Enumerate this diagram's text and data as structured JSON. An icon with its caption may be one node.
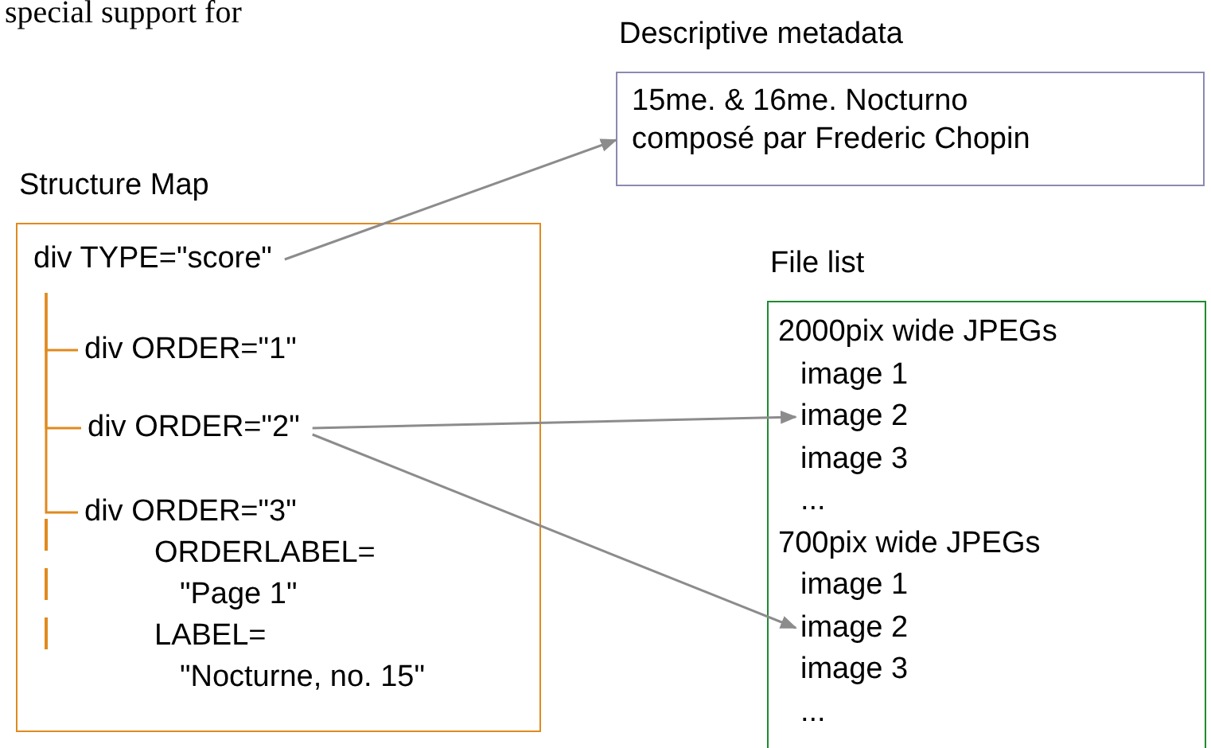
{
  "diagram": {
    "nodes": [
      {
        "text": [
          "Structure Map"
        ]
      },
      {
        "text": [
          "div TYPE=\"score\""
        ],
        "in": 0
      },
      {
        "text": [
          "div ORDER=\"1\""
        ],
        "in": 0
      },
      {
        "text": [
          "div ORDER=\"2\""
        ],
        "in": 0
      },
      {
        "text": [
          "div ORDER=\"3\"",
          "ORDERLABEL=",
          "\"Page 1\"",
          "LABEL=",
          "\"Nocturne, no. 15\""
        ],
        "in": 0
      },
      {
        "text": [
          "Descriptive metadata",
          "15me. & 16me. Nocturno composé par Frederic Chopin"
        ]
      },
      {
        "text": [
          "File list"
        ]
      },
      {
        "text": [
          "2000pix wide JPEGs"
        ],
        "in": 6
      },
      {
        "text": [
          "image 1"
        ],
        "in": 6
      },
      {
        "text": [
          "image 2"
        ],
        "in": 6
      },
      {
        "text": [
          "image 3"
        ],
        "in": 6
      },
      {
        "text": [
          "..."
        ],
        "in": 6
      },
      {
        "text": [
          "700pix wide JPEGs"
        ],
        "in": 6
      },
      {
        "text": [
          "image 1"
        ],
        "in": 6
      },
      {
        "text": [
          "image 2"
        ],
        "in": 6
      },
      {
        "text": [
          "image 3"
        ],
        "in": 6
      },
      {
        "text": [
          "..."
        ],
        "in": 6
      }
    ],
    "edges": [
      {
        "from": 1,
        "to": 2,
        "arrow": "none",
        "color": "#e08a1e"
      },
      {
        "from": 1,
        "to": 3,
        "arrow": "none",
        "color": "#e08a1e"
      },
      {
        "from": 1,
        "to": 4,
        "arrow": "none",
        "color": "#e08a1e"
      },
      {
        "from": 1,
        "to": 5,
        "arrow": "to",
        "color": "#8c8c8c"
      },
      {
        "from": 3,
        "to": 9,
        "arrow": "to",
        "color": "#8c8c8c"
      },
      {
        "from": 3,
        "to": 14,
        "arrow": "to",
        "color": "#8c8c8c"
      }
    ],
    "labels": [
      "special support for"
    ]
  }
}
